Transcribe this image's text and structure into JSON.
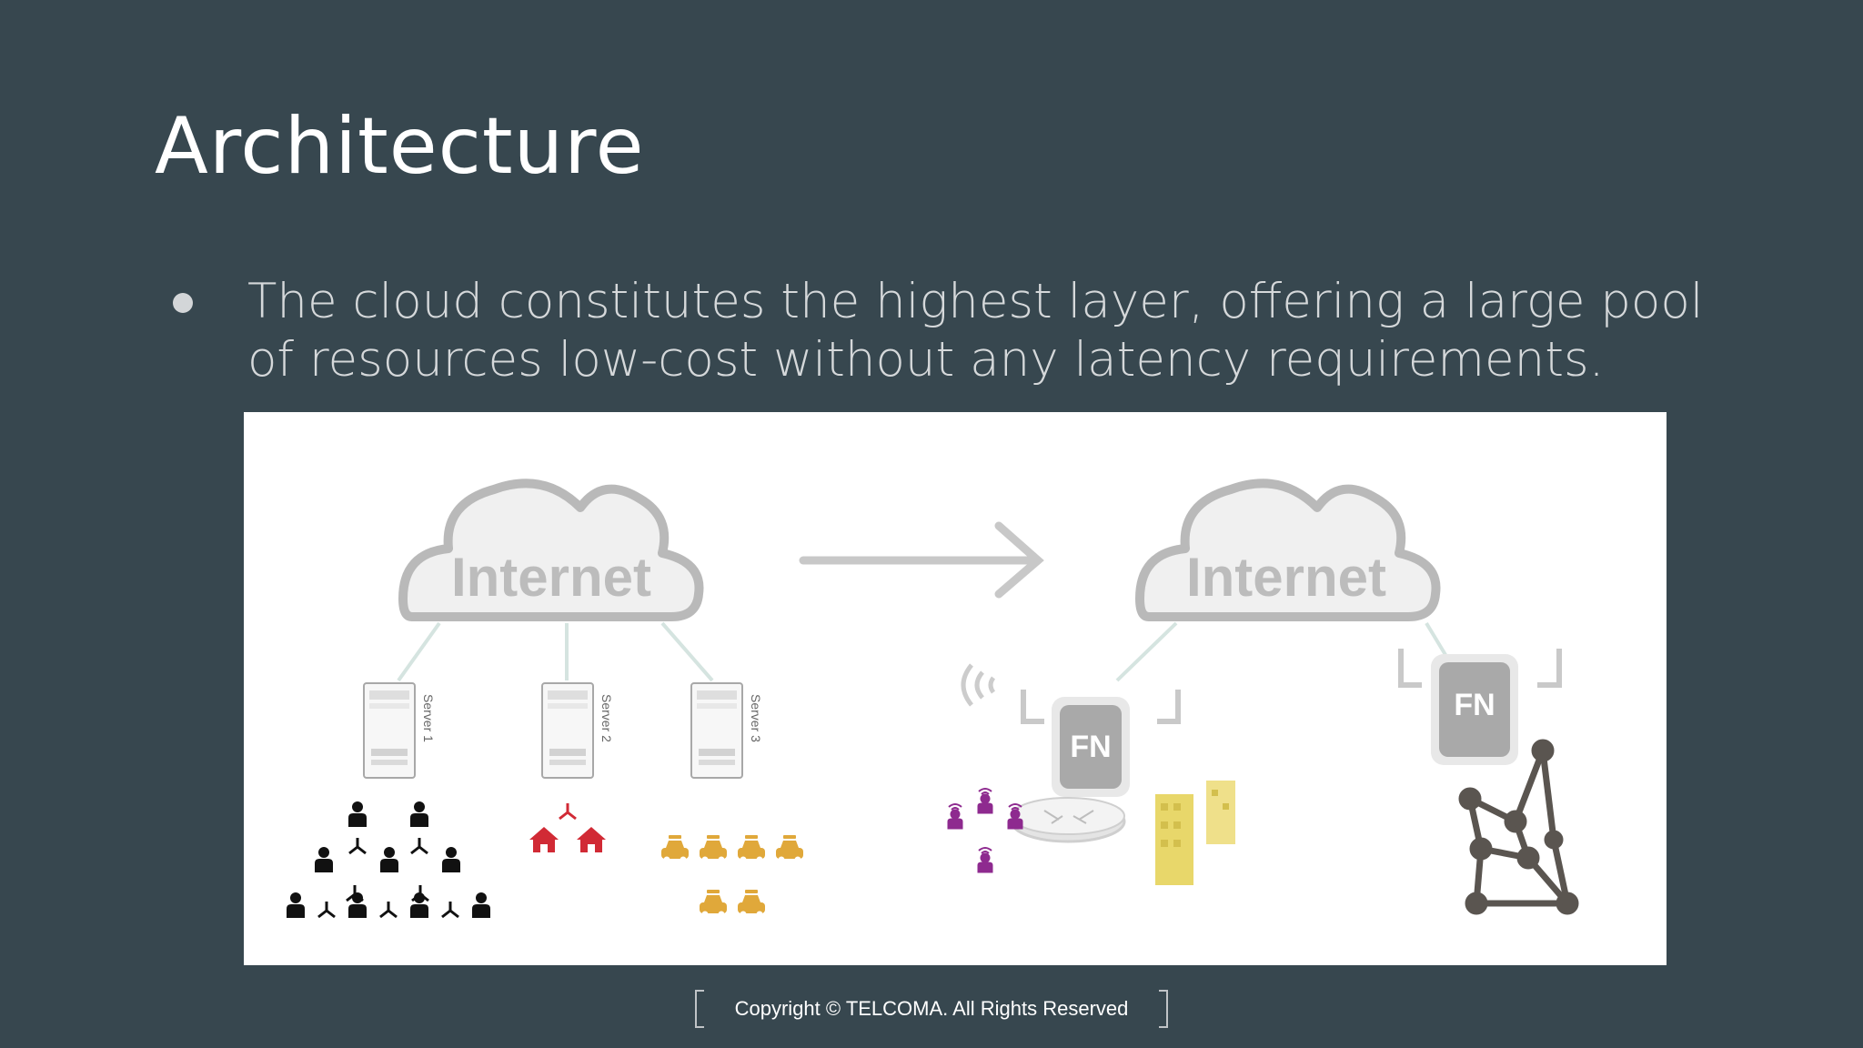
{
  "slide": {
    "title": "Architecture",
    "bullets": [
      "The cloud constitutes the highest layer, offering a large pool of resources low-cost without any latency requirements."
    ]
  },
  "figure": {
    "left_cloud_label": "Internet",
    "right_cloud_label": "Internet",
    "servers": [
      "Server 1",
      "Server 2",
      "Server 3"
    ],
    "fog_nodes": [
      "FN",
      "FN"
    ],
    "colors": {
      "cloud": "#b9b9b9",
      "arrow": "#c8c8c8",
      "people": "#111111",
      "homes": "#d12a35",
      "cars": "#e0a83a",
      "wireless_users": "#8e2a8f",
      "buildings": "#e8d76a",
      "mesh": "#5a5550"
    }
  },
  "footer": {
    "copyright": "Copyright © TELCOMA.  All Rights Reserved"
  }
}
